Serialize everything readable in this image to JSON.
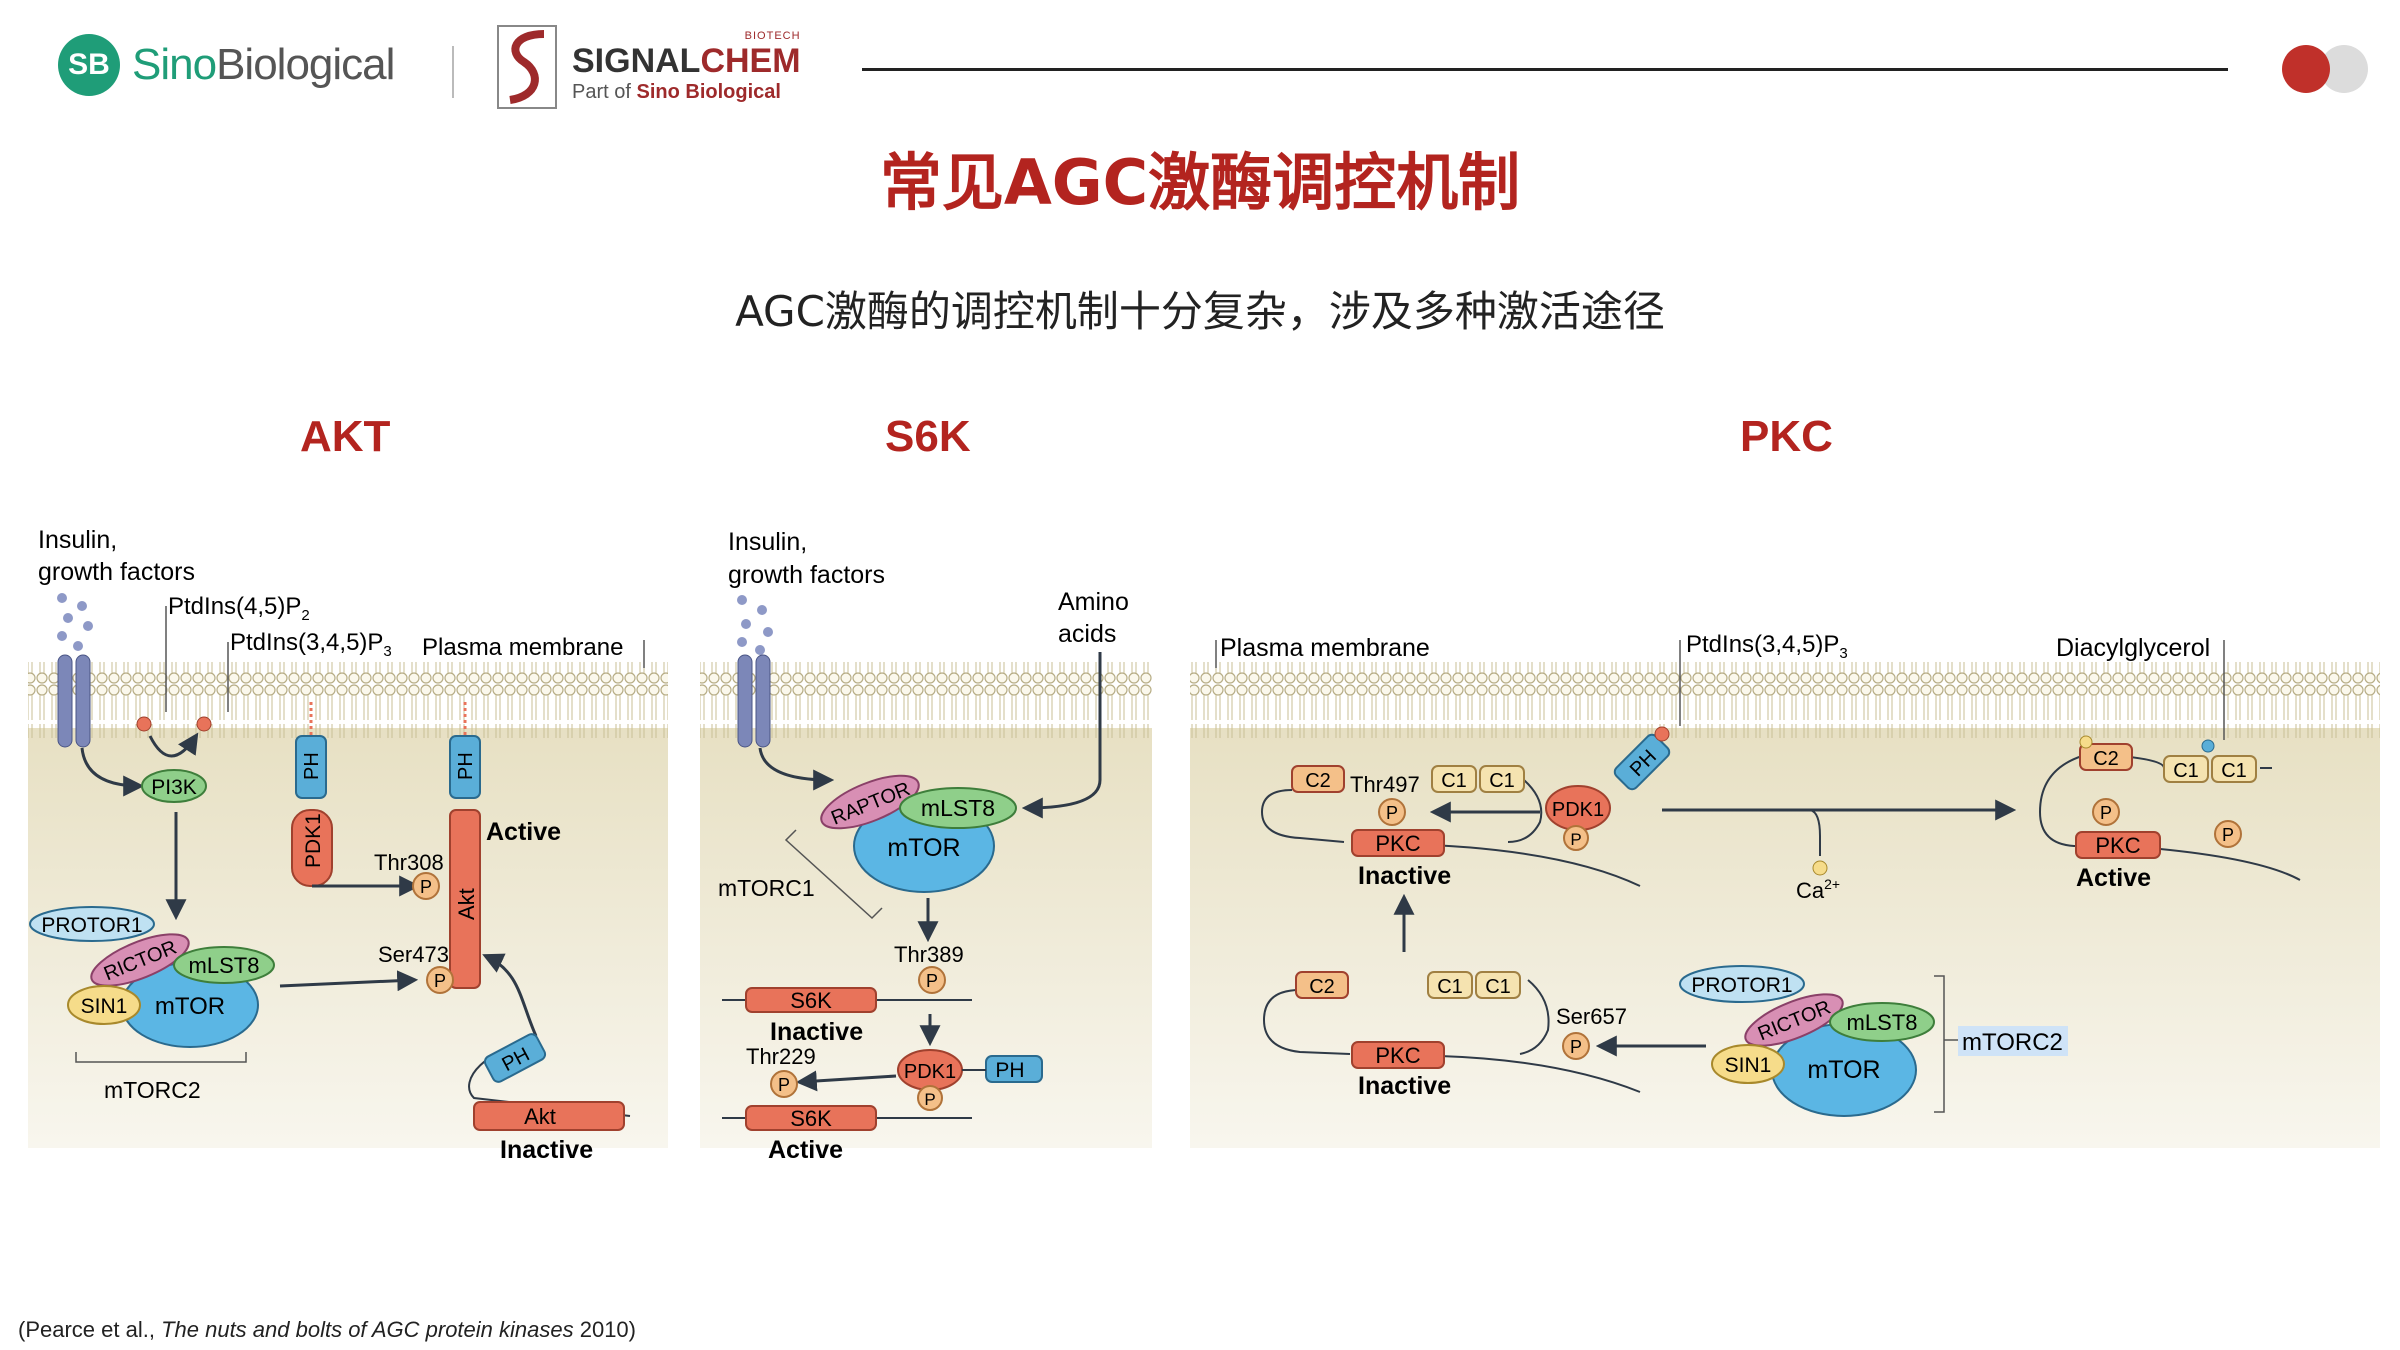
{
  "header": {
    "sino_logo_text": "SB",
    "sino_name_a": "Sino",
    "sino_name_b": "Biological",
    "signalchem_biotech": "BIOTECH",
    "signalchem_name_a": "SIGNAL",
    "signalchem_name_b": "CHEM",
    "signalchem_sub_a": "Part of ",
    "signalchem_sub_b": "Sino Biological"
  },
  "title": "常见AGC激酶调控机制",
  "subtitle": "AGC激酶的调控机制十分复杂，涉及多种激活途径",
  "sections": {
    "akt": "AKT",
    "s6k": "S6K",
    "pkc": "PKC"
  },
  "akt": {
    "insulin_a": "Insulin,",
    "insulin_b": "growth factors",
    "pip2": "PtdIns(4,5)P",
    "pip2_sub": "2",
    "pip3": "PtdIns(3,4,5)P",
    "pip3_sub": "3",
    "membrane": "Plasma membrane",
    "pi3k": "PI3K",
    "ph": "PH",
    "pdk1": "PDK1",
    "thr308": "Thr308",
    "ser473": "Ser473",
    "p": "P",
    "akt": "Akt",
    "active": "Active",
    "inactive": "Inactive",
    "protor1": "PROTOR1",
    "rictor": "RICTOR",
    "mlst8": "mLST8",
    "sin1": "SIN1",
    "mtor": "mTOR",
    "mtorc2": "mTORC2"
  },
  "s6k": {
    "insulin_a": "Insulin,",
    "insulin_b": "growth factors",
    "amino_a": "Amino",
    "amino_b": "acids",
    "raptor": "RAPTOR",
    "mlst8": "mLST8",
    "mtor": "mTOR",
    "mtorc1": "mTORC1",
    "thr389": "Thr389",
    "thr229": "Thr229",
    "p": "P",
    "s6k": "S6K",
    "pdk1": "PDK1",
    "ph": "PH",
    "inactive": "Inactive",
    "active": "Active"
  },
  "pkc": {
    "membrane": "Plasma membrane",
    "pip3": "PtdIns(3,4,5)P",
    "pip3_sub": "3",
    "dag": "Diacylglycerol",
    "c2": "C2",
    "c1": "C1",
    "thr497": "Thr497",
    "pdk1": "PDK1",
    "ph": "PH",
    "pkc": "PKC",
    "inactive": "Inactive",
    "active": "Active",
    "ca": "Ca",
    "ca_sup": "2+",
    "ser657": "Ser657",
    "p": "P",
    "protor1": "PROTOR1",
    "rictor": "RICTOR",
    "mlst8": "mLST8",
    "sin1": "SIN1",
    "mtor": "mTOR",
    "mtorc2": "mTORC2"
  },
  "citation": {
    "a": "(Pearce et al., ",
    "title": "The nuts and bolts of AGC protein kinases",
    "b": " 2010)"
  },
  "colors": {
    "accent_red": "#b3241f",
    "sino_green": "#1f9d78",
    "membrane_bg": "#ece7cf",
    "kinase_red": "#e8735a",
    "ph_blue": "#5aaed8",
    "mtor_blue": "#5bb6e4",
    "mlst8_green": "#8fcf8a",
    "rictor_pink": "#d88fb4",
    "sin1_yellow": "#f6dc8a",
    "phospho_orange": "#f4c089",
    "c1_cream": "#f5e3b0"
  }
}
